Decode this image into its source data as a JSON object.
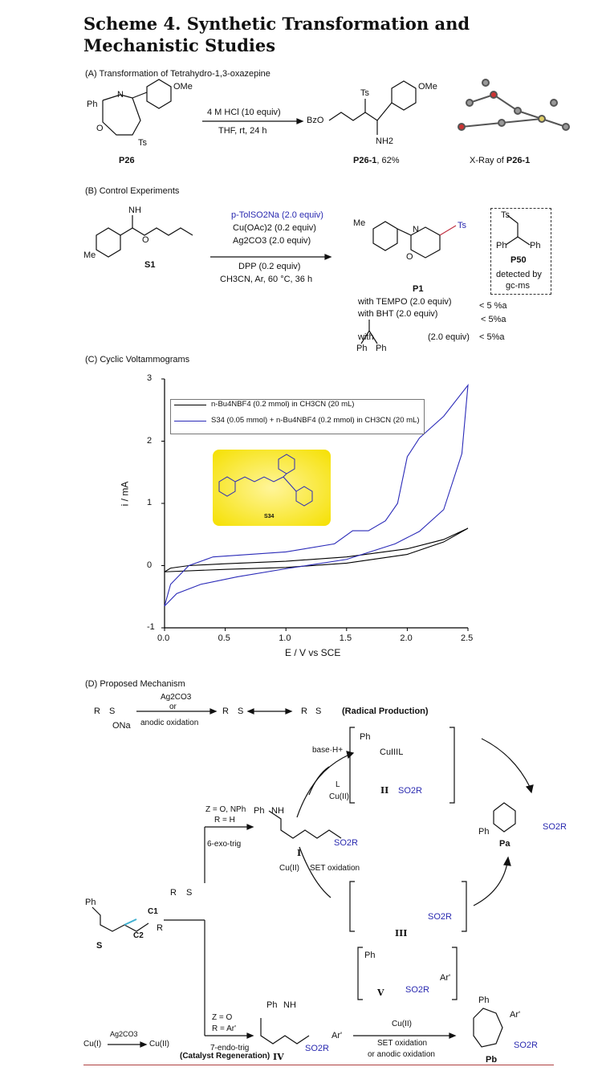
{
  "title": "Scheme 4. Synthetic Transformation and Mechanistic Studies",
  "sectionA": {
    "label": "(A) Transformation of Tetrahydro-1,3-oxazepine",
    "reagent1": "4 M HCl (10 equiv)",
    "reagent2": "THF, rt, 24 h",
    "sm": "P26",
    "product": "P26-1",
    "yield": ", 62%",
    "xray": "X-Ray of ",
    "xray_bold": "P26-1",
    "atoms": {
      "ph": "Ph",
      "n": "N",
      "o": "O",
      "ome": "OMe",
      "ts": "Ts",
      "bzo": "BzO",
      "nh2": "NH2"
    }
  },
  "sectionB": {
    "label": "(B) Control Experiments",
    "reagents": [
      "p-TolSO2Na (2.0 equiv)",
      "Cu(OAc)2 (0.2 equiv)",
      "Ag2CO3 (2.0 equiv)",
      "DPP (0.2 equiv)",
      "CH3CN, Ar, 60 °C, 36 h"
    ],
    "sm": "S1",
    "product": "P1",
    "p50": "P50",
    "p50_note": [
      "detected by",
      "gc-ms"
    ],
    "rows": [
      {
        "cond": "with TEMPO (2.0 equiv)",
        "yield": "< 5 %a"
      },
      {
        "cond": "with BHT (2.0 equiv)",
        "yield": "< 5%a"
      },
      {
        "cond": "with",
        "cond2": "(2.0 equiv)",
        "yield": "< 5%a"
      }
    ],
    "atoms": {
      "me": "Me",
      "nh": "NH",
      "o": "O",
      "n": "N",
      "ts": "Ts",
      "ph": "Ph"
    }
  },
  "sectionC": {
    "label": "(C)  Cyclic Voltammograms",
    "molecule": "S34"
  },
  "chart_data": {
    "type": "line",
    "title": "",
    "xlabel": "E / V vs SCE",
    "ylabel": "i / mA",
    "xlim": [
      0,
      2.5
    ],
    "ylim": [
      -1,
      3
    ],
    "xticks": [
      "0.0",
      "0.5",
      "1.0",
      "1.5",
      "2.0",
      "2.5"
    ],
    "yticks": [
      "-1",
      "0",
      "1",
      "2",
      "3"
    ],
    "legend_position": "top-left",
    "series": [
      {
        "name": "n-Bu4NBF4 (0.2 mmol)  in CH3CN (20 mL)",
        "color": "#000000",
        "points": [
          [
            0,
            -0.1
          ],
          [
            0.5,
            -0.06
          ],
          [
            1,
            -0.03
          ],
          [
            1.5,
            0.04
          ],
          [
            2,
            0.18
          ],
          [
            2.3,
            0.38
          ],
          [
            2.5,
            0.6
          ],
          [
            2.3,
            0.42
          ],
          [
            2,
            0.27
          ],
          [
            1.5,
            0.14
          ],
          [
            1,
            0.07
          ],
          [
            0.5,
            0.03
          ],
          [
            0.2,
            0.0
          ],
          [
            0.05,
            -0.04
          ],
          [
            0,
            -0.1
          ]
        ]
      },
      {
        "name": "S34 (0.05 mmol) + n-Bu4NBF4 (0.2 mmol) in CH3CN (20 mL)",
        "color": "#2a2ab8",
        "points": [
          [
            0,
            -0.65
          ],
          [
            0.05,
            -0.3
          ],
          [
            0.2,
            0.0
          ],
          [
            0.4,
            0.14
          ],
          [
            1,
            0.22
          ],
          [
            1.4,
            0.35
          ],
          [
            1.55,
            0.56
          ],
          [
            1.68,
            0.56
          ],
          [
            1.82,
            0.72
          ],
          [
            1.92,
            1.0
          ],
          [
            2.0,
            1.75
          ],
          [
            2.1,
            2.05
          ],
          [
            2.3,
            2.4
          ],
          [
            2.5,
            2.9
          ],
          [
            2.45,
            1.8
          ],
          [
            2.3,
            0.9
          ],
          [
            2.1,
            0.55
          ],
          [
            1.9,
            0.35
          ],
          [
            1.5,
            0.1
          ],
          [
            1.0,
            -0.05
          ],
          [
            0.6,
            -0.18
          ],
          [
            0.3,
            -0.3
          ],
          [
            0.1,
            -0.45
          ],
          [
            0,
            -0.65
          ]
        ]
      }
    ]
  },
  "sectionD": {
    "label": "(D) Proposed Mechanism",
    "reag1a": "Ag2CO3",
    "reag1b": "or",
    "reag1c": "anodic oxidation",
    "radical": "(Radical Production)",
    "base": "base·H+",
    "l": "L",
    "cu2": "Cu(II)",
    "cond1a": "Z = O, NPh",
    "cond1b": "R = H",
    "cond1c": "6-exo-trig",
    "set": "SET oxidation",
    "cond2a": "Z = O",
    "cond2b": "R = Ar'",
    "cond2c": "7-endo-trig",
    "cond3a": "Cu(II)",
    "cond3b": "SET oxidation",
    "cond3c": "or anodic oxidation",
    "regen_a": "Cu(I)",
    "regen_b": "Ag2CO3",
    "regen_c": "Cu(II)",
    "regen_label": "(Catalyst Regeneration)",
    "labels": {
      "i": "I",
      "ii": "II",
      "iii": "III",
      "iv": "IV",
      "v": "V",
      "pa": "Pa",
      "pb": "Pb",
      "s": "S",
      "c1": "C1",
      "c2": "C2"
    },
    "atoms": {
      "r": "R",
      "s": "S",
      "o": "O",
      "ona": "ONa",
      "ph": "Ph",
      "nh": "NH",
      "z": "Z",
      "n": "N",
      "so2r": "SO2R",
      "cuiil": "CuIIIL",
      "h": "H",
      "ar": "Ar'"
    }
  }
}
